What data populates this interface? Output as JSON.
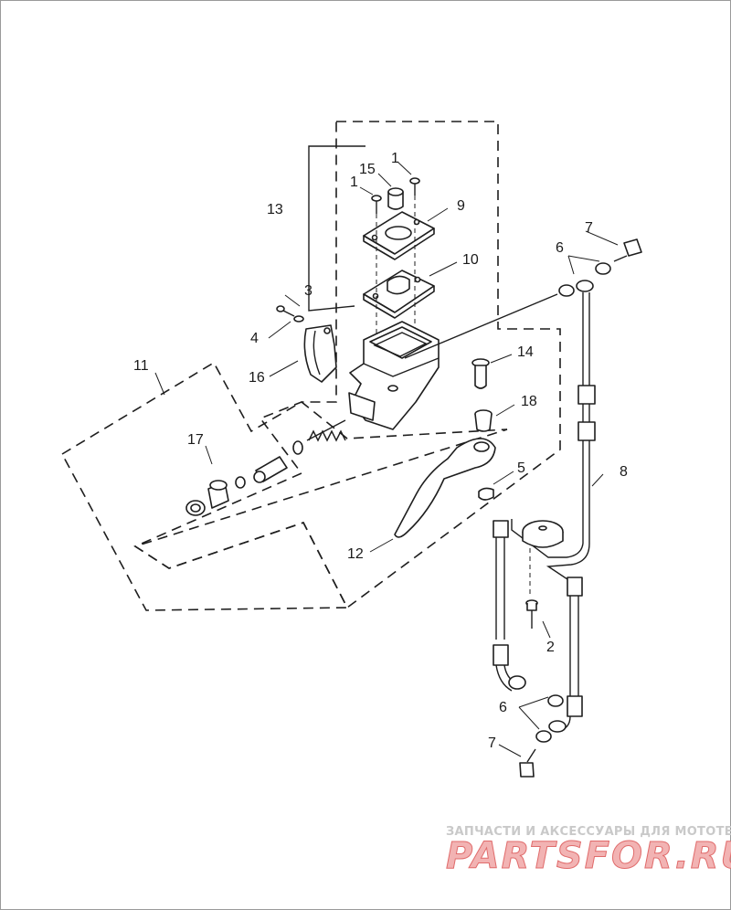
{
  "callouts": {
    "c1a": "1",
    "c1b": "1",
    "c2": "2",
    "c3": "3",
    "c4": "4",
    "c5": "5",
    "c6a": "6",
    "c6b": "6",
    "c7a": "7",
    "c7b": "7",
    "c8": "8",
    "c9": "9",
    "c10": "10",
    "c11": "11",
    "c12": "12",
    "c13": "13",
    "c14": "14",
    "c15": "15",
    "c16": "16",
    "c17": "17",
    "c18": "18"
  },
  "watermark": {
    "tagline": "ЗАПЧАСТИ И АКСЕССУАРЫ ДЛЯ МОТОТЕХНИКИ",
    "logo": "PARTSFOR.RU"
  },
  "colors": {
    "line": "#1e1e1e",
    "watermark_red": "#e06b6b",
    "watermark_grey": "#c9c9c9"
  }
}
